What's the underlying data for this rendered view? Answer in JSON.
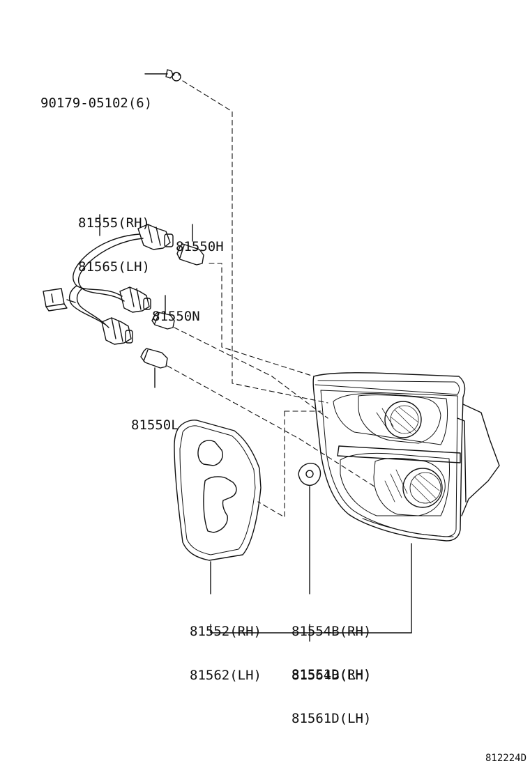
{
  "diagram": {
    "reference_code": "812224D",
    "labels": {
      "screw": "90179-05102(6)",
      "socket_wire_rh": "81555(RH)",
      "socket_wire_lh": "81565(LH)",
      "bulb_h": "81550H",
      "bulb_n": "81550N",
      "bulb_l": "81550L",
      "gasket_rh": "81552(RH)",
      "gasket_lh": "81562(LH)",
      "washer_rh": "81554B(RH)",
      "washer_lh": "81564B(LH)",
      "lamp_assy_rh": "81551D(RH)",
      "lamp_assy_lh": "81561D(LH)"
    }
  }
}
